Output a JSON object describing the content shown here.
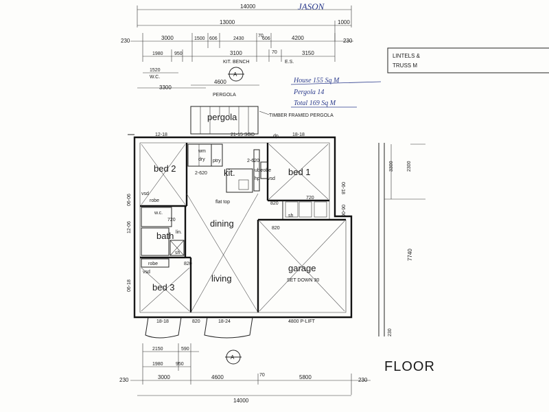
{
  "annotations": {
    "top_name": "JASON",
    "area_house": "House 155 Sq M",
    "area_pergola": "Pergola 14",
    "area_total": "Total 169 Sq M",
    "timber_note": "TIMBER FRAMED PERGOLA",
    "lintels": "LINTELS &",
    "truss": "TRUSS M",
    "floor": "FLOOR"
  },
  "rooms": {
    "pergola": "pergola",
    "bed2": "bed 2",
    "kit": "kit.",
    "bed1": "bed 1",
    "dining": "dining",
    "bath": "bath",
    "living": "living",
    "bed3": "bed 3",
    "garage": "garage",
    "garage_note": "SET DOWN 30"
  },
  "labels": {
    "wm": "wm",
    "dry": "dry",
    "pty": "ptry",
    "robe1": "robe",
    "robe2": "robe",
    "robe3": "robe",
    "ubo": "ubo",
    "hp": "hp",
    "vsd1": "vsd",
    "vsd2": "vsd",
    "vsd3": "vsd",
    "flat_top": "flat top",
    "lin": "lin.",
    "wc": "w.c.",
    "sh1": "sh",
    "sh2": "sh",
    "dp": "dp",
    "kit_bench": "KIT. BENCH",
    "es": "E.S.",
    "wc_top": "W.C.",
    "pergola_dim_label": "PERGOLA",
    "section_mark": "A",
    "sliding_door": "21-15 SGD",
    "door_820": "820",
    "garage_door": "4800 P-LIFT",
    "win_1218": "12-18",
    "win_1818": "18-18",
    "win_0618": "06-18",
    "win_1818b": "18-18",
    "win_1824": "18-24",
    "win_0606": "06-06",
    "win_1206": "12-06",
    "win_0606b": "06-06",
    "win_0618b": "06-18",
    "dim_2620": "2-620",
    "dim_720": "720",
    "dim_2620b": "2-620",
    "door_820b": "820",
    "door_820c": "820",
    "door_720b": "720"
  },
  "dimensions": {
    "top_overall": "14000",
    "top_inner": "13000",
    "top_1000": "1000",
    "top_230": "230",
    "top_3000": "3000",
    "top_1500": "1500",
    "top_606": "606",
    "top_2430": "2430",
    "top_70": "70",
    "top_606b": "606",
    "top_4200": "4200",
    "top_230b": "230",
    "kb_1980": "1980",
    "kb_950": "950",
    "kb_3100": "3100",
    "kb_70": "70",
    "kb_3150": "3150",
    "wc_1520": "1520",
    "pergola_4600": "4600",
    "pergola_3300": "3300",
    "bot_2150": "2150",
    "bot_590": "590",
    "bot_1980": "1980",
    "bot_950": "950",
    "bot_230": "230",
    "bot_3000": "3000",
    "bot_4600": "4600",
    "bot_70": "70",
    "bot_5800": "5800",
    "bot_230b": "230",
    "bot_overall": "14000",
    "side_7740": "7740",
    "side_3300": "3300",
    "side_2300": "2300",
    "side_230": "230"
  }
}
